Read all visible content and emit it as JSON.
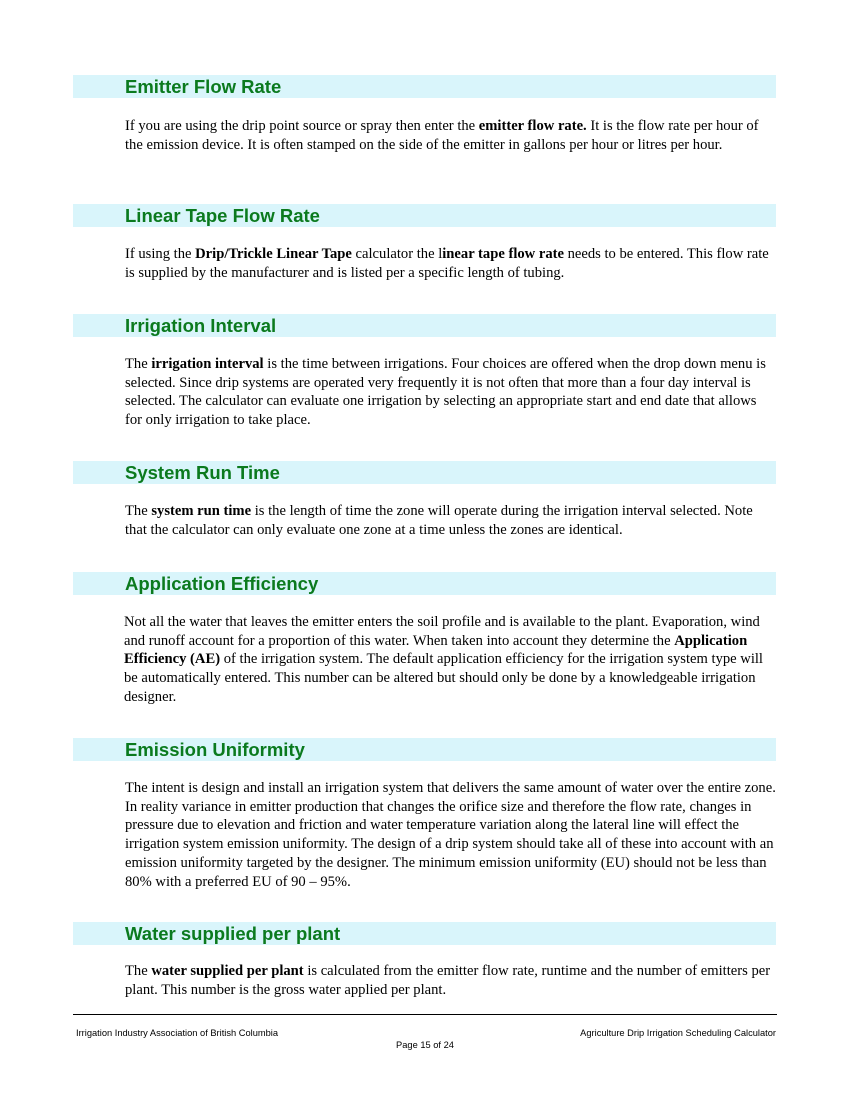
{
  "sections": [
    {
      "heading": "Emitter Flow Rate",
      "paragraph": [
        {
          "t": "If you are using the drip point source or spray then enter the "
        },
        {
          "t": "emitter flow rate.",
          "b": true
        },
        {
          "t": " It is the flow rate per hour of the emission device. It is often stamped on the side of the emitter in gallons per hour or litres per hour."
        }
      ]
    },
    {
      "heading": "Linear Tape Flow Rate",
      "paragraph": [
        {
          "t": "If using the "
        },
        {
          "t": "Drip/Trickle Linear Tape",
          "b": true
        },
        {
          "t": " calculator the l"
        },
        {
          "t": "inear tape flow rate",
          "b": true
        },
        {
          "t": " needs to be entered. This flow rate is supplied by the manufacturer and is listed per a specific length of tubing."
        }
      ]
    },
    {
      "heading": "Irrigation Interval",
      "paragraph": [
        {
          "t": "The "
        },
        {
          "t": "irrigation interval",
          "b": true
        },
        {
          "t": " is the time between irrigations. Four choices are offered when the drop down menu is selected. Since drip systems are operated very frequently it is not often that more than a four day interval is selected. The calculator can evaluate one irrigation by selecting an appropriate start and end date that allows for only irrigation to take place."
        }
      ]
    },
    {
      "heading": "System Run Time",
      "paragraph": [
        {
          "t": "The "
        },
        {
          "t": "system run time",
          "b": true
        },
        {
          "t": " is the length of time the zone will operate during the irrigation interval selected. Note that the calculator can only evaluate one zone at a time unless the zones are identical."
        }
      ]
    },
    {
      "heading": "Application Efficiency",
      "paragraph": [
        {
          "t": "Not all the water that leaves the emitter enters the soil profile and is available to the plant. Evaporation, wind and runoff account for a proportion of this water. When taken into account they determine the "
        },
        {
          "t": "Application Efficiency (AE)",
          "b": true
        },
        {
          "t": " of the irrigation system. The default application efficiency for the irrigation system type will be automatically entered. This number can be altered but should only be done by a knowledgeable irrigation designer."
        }
      ]
    },
    {
      "heading": "Emission Uniformity",
      "paragraph": [
        {
          "t": "The intent is design and install an irrigation system that delivers the same amount of water over the entire zone. In reality variance in emitter production that changes the orifice size and therefore the flow rate, changes in pressure due to elevation and friction and water temperature variation along the lateral line will effect the irrigation system emission uniformity. The design of a drip system should take all of these into account with an emission uniformity targeted by the designer. The minimum emission uniformity (EU) should not be less than 80% with a preferred EU of 90 – 95%."
        }
      ]
    },
    {
      "heading": "Water supplied per plant",
      "paragraph": [
        {
          "t": "The "
        },
        {
          "t": "water supplied per plant",
          "b": true
        },
        {
          "t": " is calculated from the emitter flow rate, runtime and the number of emitters per plant. This number is the gross water applied per plant."
        }
      ]
    }
  ],
  "footer": {
    "left": "Irrigation Industry Association of British Columbia",
    "right": "Agriculture Drip Irrigation Scheduling Calculator",
    "page": "Page 15 of 24"
  },
  "colors": {
    "heading_band": "#d9f5fb",
    "heading_text": "#0b7a1e"
  }
}
